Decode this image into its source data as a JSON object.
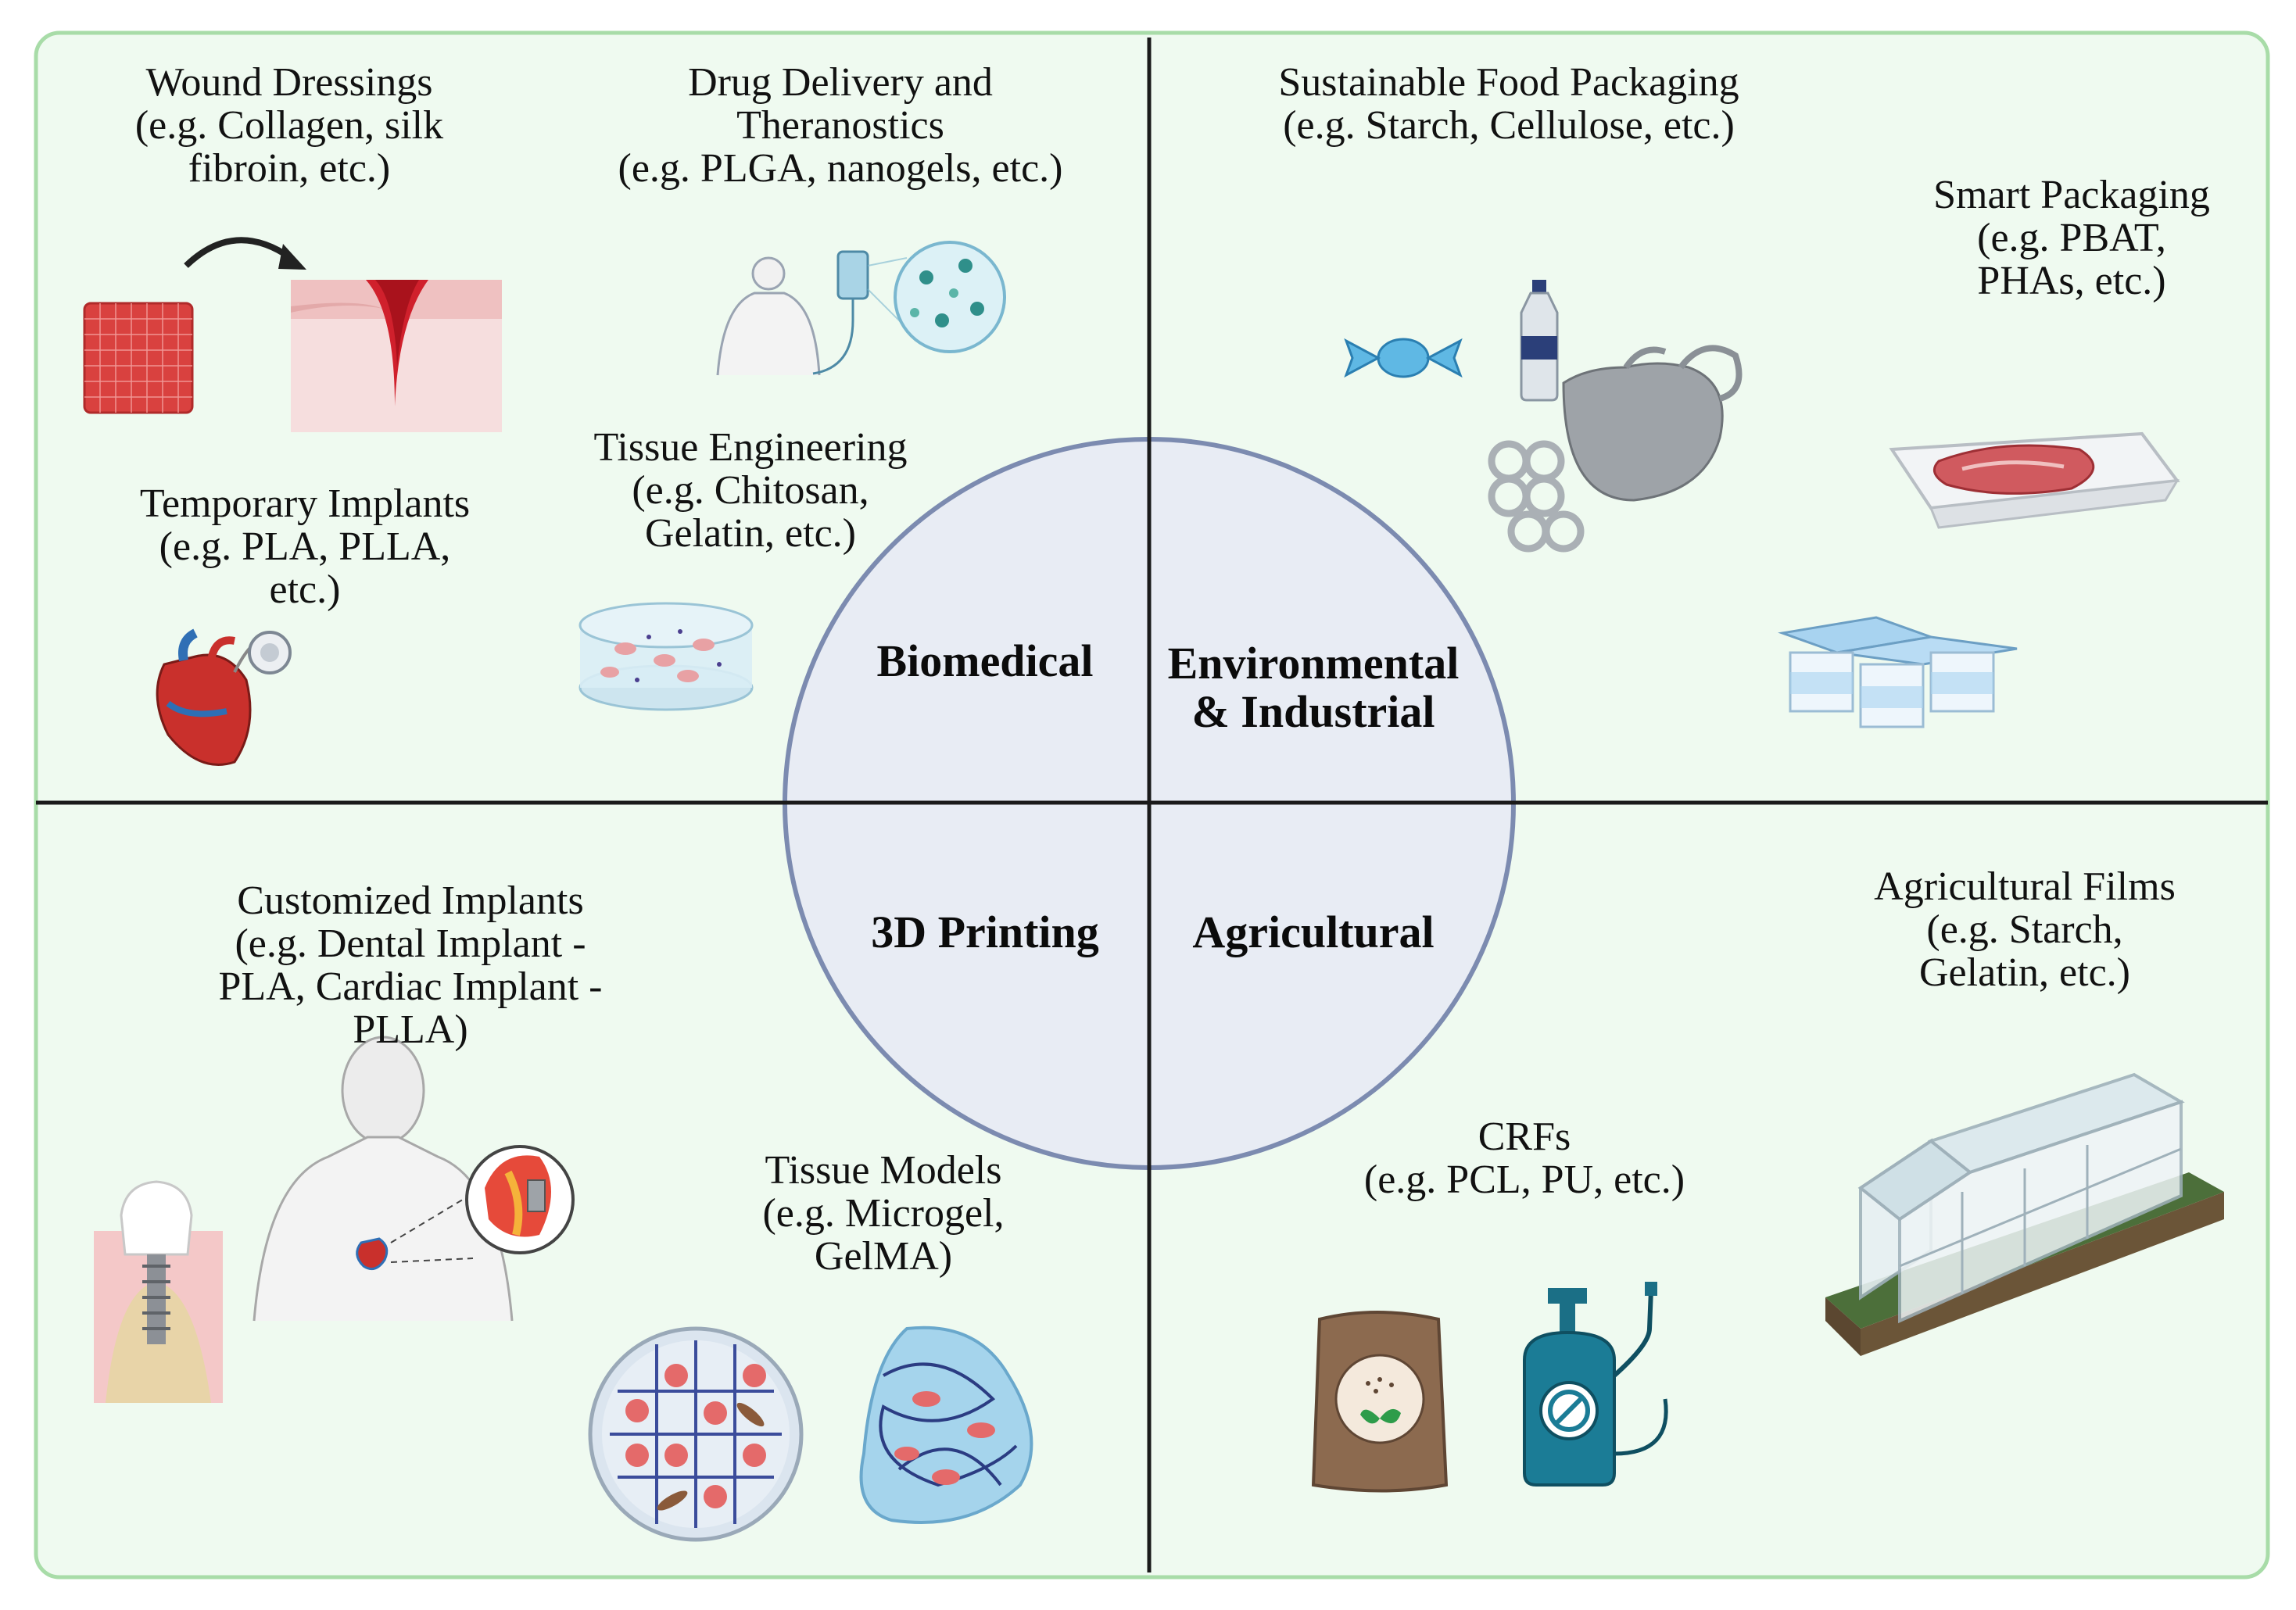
{
  "center": {
    "biomedical": "Biomedical",
    "environmental_line1": "Environmental",
    "environmental_line2": "& Industrial",
    "printing": "3D Printing",
    "agricultural": "Agricultural"
  },
  "biomedical": {
    "wound_dressings": [
      "Wound Dressings",
      "(e.g. Collagen, silk",
      "fibroin, etc.)"
    ],
    "drug_delivery": [
      "Drug Delivery and",
      "Theranostics",
      "(e.g. PLGA, nanogels, etc.)"
    ],
    "tissue_engineering": [
      "Tissue Engineering",
      "(e.g. Chitosan,",
      "Gelatin, etc.)"
    ],
    "temporary_implants": [
      "Temporary Implants",
      "(e.g. PLA, PLLA,",
      "etc.)"
    ]
  },
  "environmental": {
    "food_packaging": [
      "Sustainable Food Packaging",
      "(e.g. Starch, Cellulose, etc.)"
    ],
    "smart_packaging": [
      "Smart Packaging",
      "(e.g. PBAT,",
      "PHAs, etc.)"
    ]
  },
  "printing": {
    "customized_implants": [
      "Customized Implants",
      "(e.g. Dental Implant -",
      "PLA, Cardiac Implant -",
      "PLLA)"
    ],
    "tissue_models": [
      "Tissue Models",
      "(e.g. Microgel,",
      "GelMA)"
    ]
  },
  "agricultural": {
    "films": [
      "Agricultural Films",
      "(e.g. Starch,",
      "Gelatin, etc.)"
    ],
    "crfs": [
      "CRFs",
      "(e.g. PCL, PU, etc.)"
    ]
  },
  "colors": {
    "panel_fill": "#effaf0",
    "panel_border": "#a8dca8",
    "circle_fill": "#e8ecf4",
    "circle_stroke": "#7c8bb0",
    "divider": "#1a1a1a"
  },
  "icons": [
    "wound-dressing-patch-icon",
    "wound-skin-icon",
    "curved-arrow-icon",
    "patient-iv-drip-icon",
    "nanoparticle-magnifier-icon",
    "pacemaker-heart-icon",
    "tissue-scaffold-dish-icon",
    "candy-wrapper-icon",
    "plastic-bottle-icon",
    "plastic-bag-icon",
    "six-pack-rings-icon",
    "meat-tray-icon",
    "yogurt-cups-icon",
    "human-torso-cardiac-implant-icon",
    "dental-implant-icon",
    "microgel-petri-dish-icon",
    "gelma-hydrogel-icon",
    "fertilizer-bag-icon",
    "pesticide-sprayer-icon",
    "greenhouse-icon"
  ]
}
